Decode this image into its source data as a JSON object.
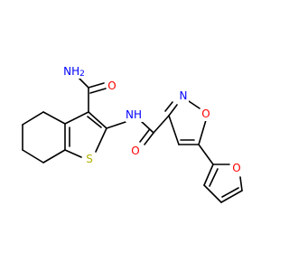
{
  "molecule": {
    "colors": {
      "bond": "#000000",
      "carbon": "#000000",
      "nitrogen": "#0000ff",
      "oxygen": "#ff0000",
      "sulfur": "#b2b200"
    },
    "labels": {
      "amide_nh2": "NH2",
      "amide_o": "O",
      "sulfur": "S",
      "nh": "NH",
      "carbonyl_o": "O",
      "isoxazole_n": "N",
      "isoxazole_o": "O",
      "furan_o": "O"
    }
  }
}
